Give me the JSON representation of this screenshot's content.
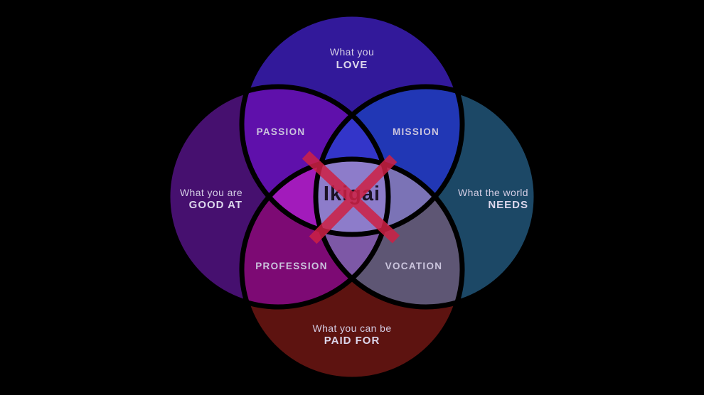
{
  "page": {
    "background": "#000000"
  },
  "diagram": {
    "type": "venn-ikigai",
    "center": {
      "label": "Ikigai",
      "color": "#8d7cca",
      "text_color": "#1c1226",
      "crossed_out": true
    },
    "cross": {
      "color": "#ce2145"
    },
    "circles": {
      "love": {
        "line1": "What you",
        "line2": "LOVE",
        "color": "#32199a"
      },
      "good_at": {
        "line1": "What you are",
        "line2": "GOOD AT",
        "color": "#46106f"
      },
      "needs": {
        "line1": "What the world",
        "line2": "NEEDS",
        "color": "#1c4866"
      },
      "paid_for": {
        "line1": "What you can be",
        "line2": "PAID FOR",
        "color": "#5d1310"
      }
    },
    "overlaps": {
      "passion": {
        "label": "PASSION",
        "color": "#5f10ab"
      },
      "mission": {
        "label": "MISSION",
        "color": "#2137b5"
      },
      "profession": {
        "label": "PROFESSION",
        "color": "#7d0a74"
      },
      "vocation": {
        "label": "VOCATION",
        "color": "#5e5674"
      },
      "petal_top": {
        "color": "#3335c9"
      },
      "petal_left": {
        "color": "#a21bbb"
      },
      "petal_right": {
        "color": "#7b73b6"
      },
      "petal_bottom": {
        "color": "#7d58a6"
      }
    },
    "outline_color": "#000000",
    "label_color": "#d3cde4"
  }
}
